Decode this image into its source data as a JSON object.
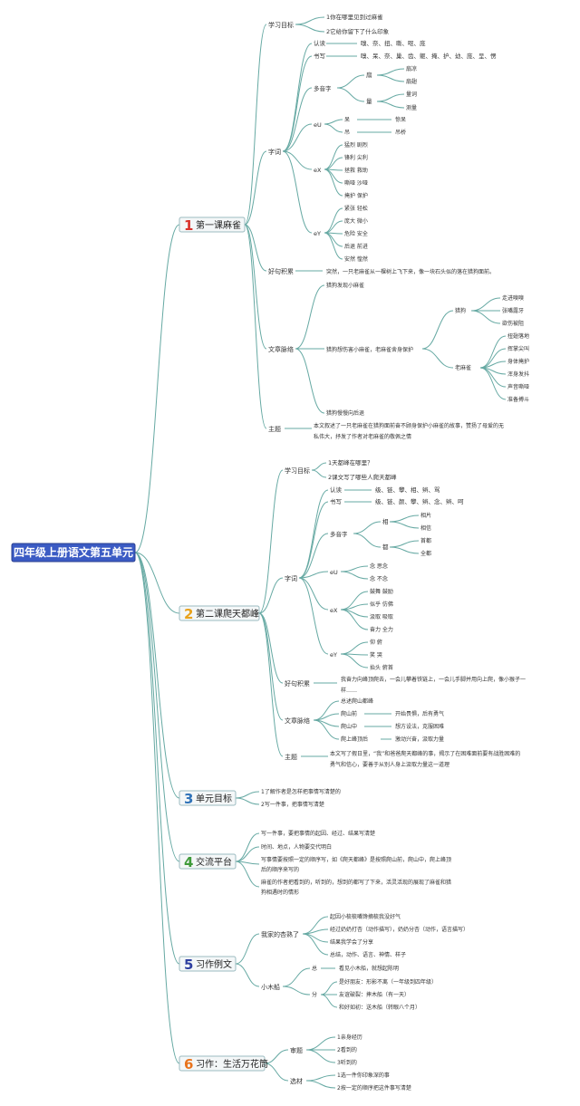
{
  "title": "四年级上册语文第五单元",
  "lessons": [
    {
      "num": "1",
      "label": "第一课麻雀",
      "num_color": "#d9322b",
      "groups": [
        {
          "label": "学习目标",
          "items": [
            "1你在哪里见到过麻雀",
            "2它给你留下了什么印象"
          ]
        },
        {
          "label": "字词",
          "rows": [
            {
              "label": "认读",
              "text": "嗅、奈、扭、嘶、呕、庞"
            },
            {
              "label": "书写",
              "text": "嗅、呆、奈、巢、齿、躯、掩、护、幼、庞、呈、愣"
            },
            {
              "label": "多音字",
              "sub": [
                {
                  "label": "扇",
                  "items": [
                    "扇凉",
                    "扇翅"
                  ]
                },
                {
                  "label": "量",
                  "items": [
                    "量词",
                    "测量"
                  ]
                }
              ]
            },
            {
              "label": "eU",
              "sub": [
                {
                  "label": "呆",
                  "items": [
                    "惊呆"
                  ]
                },
                {
                  "label": "吊",
                  "items": [
                    "吊桥"
                  ]
                }
              ]
            },
            {
              "label": "eX",
              "items": [
                "猛烈 剧烈",
                "锋利 尖利",
                "拯救 救助",
                "嘶哑 沙哑",
                "掩护 保护"
              ]
            },
            {
              "label": "eY",
              "items": [
                "紧张 轻松",
                "庞大 微小",
                "危险 安全",
                "后退 前进",
                "安然 惶然"
              ]
            }
          ]
        },
        {
          "label": "好句积累",
          "text": "突然，一只老麻雀从一棵树上飞下来，像一块石头似的落在猎狗面前。"
        },
        {
          "label": "文章脉络",
          "items": [
            "猎狗发现小麻雀",
            "猎狗想伤害小麻雀，老麻雀舍身保护",
            "猎狗慢慢向后退"
          ],
          "sub": [
            {
              "label": "猎狗",
              "items": [
                "走进嗅嗅",
                "张嘴露牙",
                "欲伤被阻"
              ]
            },
            {
              "label": "老麻雀",
              "items": [
                "扭翅落地",
                "挥掌尖叫",
                "身体掩护",
                "浑身发抖",
                "声音嘶哑",
                "准备搏斗"
              ]
            }
          ]
        },
        {
          "label": "主题",
          "lines": [
            "本文叙述了一只老麻雀在猎狗面前奋不顾身保护小麻雀的故事，赞扬了母爱的无",
            "私伟大，抒发了作者对老麻雀的敬佩之情"
          ]
        }
      ]
    },
    {
      "num": "2",
      "label": "第二课爬天都峰",
      "num_color": "#e8a21c",
      "groups": [
        {
          "label": "学习目标",
          "items": [
            "1天都峰在哪里？",
            "2课文写了哪些人爬天都峰"
          ]
        },
        {
          "label": "字词",
          "rows": [
            {
              "label": "认读",
              "text": "级、链、攀、相、辫、骂"
            },
            {
              "label": "书写",
              "text": "级、链、颜、攀、辫、念、辫、呵"
            },
            {
              "label": "多音字",
              "sub": [
                {
                  "label": "相",
                  "items": [
                    "相片",
                    "相信"
                  ]
                },
                {
                  "label": "都",
                  "items": [
                    "首都",
                    "全都"
                  ]
                }
              ]
            },
            {
              "label": "eU",
              "items": [
                "念 思念",
                "念 不念"
              ]
            },
            {
              "label": "eX",
              "items": [
                "鼓舞 鼓励",
                "似乎 仿佛",
                "汲取 吸取",
                "奋力 全力"
              ]
            },
            {
              "label": "eY",
              "items": [
                "仰 俯",
                "笑 哭",
                "抬头 俯首"
              ]
            }
          ]
        },
        {
          "label": "好句积累",
          "lines": [
            "我奋力向峰顶爬去，一会儿攀着铁链上，一会儿手脚并用向上爬，像小猴子一",
            "样……"
          ]
        },
        {
          "label": "文章脉络",
          "items": [
            "总述爬山都峰"
          ],
          "stages": [
            {
              "label": "爬山前",
              "text": "开始畏惧，后有勇气"
            },
            {
              "label": "爬山中",
              "text": "想方设法，克服困难"
            },
            {
              "label": "爬上峰顶后",
              "text": "激动兴奋，汲取力量"
            }
          ]
        },
        {
          "label": "主题",
          "lines": [
            "本文写了假日里，“我”和爸爸爬天都峰的事，揭示了在困难面前要有战胜困难的",
            "勇气和信心，要善于从别人身上汲取力量这一道理"
          ]
        }
      ]
    },
    {
      "num": "3",
      "label": "单元目标",
      "num_color": "#2f72b8",
      "items": [
        "1了解作者是怎样把事情写清楚的",
        "2写一件事，把事情写清楚"
      ]
    },
    {
      "num": "4",
      "label": "交流平台",
      "num_color": "#3f9a3a",
      "items": [
        [
          "写一件事，要把事情的起因、经过、结果写清楚"
        ],
        [
          "时间、地点，人物要交代明白"
        ],
        [
          "写事情要按照一定的顺序写，如《爬天都峰》是按照爬山前，爬山中，爬上峰顶",
          "后的顺序来写的"
        ],
        [
          "麻雀的作者把看到的，听到的，想到的都写了下来，活灵活现的展现了麻雀和猎",
          "狗相遇时的情形"
        ]
      ]
    },
    {
      "num": "5",
      "label": "习作例文",
      "num_color": "#2e3fa0",
      "groups": [
        {
          "label": "我家的杏熟了",
          "items": [
            "起因小梳梳嘴馋摘梳我没好气",
            "经过奶奶打杏（动作描写），奶奶分杏（动作，语言描写）",
            "结果我学会了分享",
            "总结，动作、语言、神情、样子"
          ]
        },
        {
          "label": "小木船",
          "sub": [
            {
              "label": "总",
              "items": [
                "看见小木船，就想起陈明"
              ]
            },
            {
              "label": "分",
              "items": [
                "是好朋友：形影不离（一年级到四年级）",
                "友谊破裂：摔木船（有一天）",
                "和好如初：送木船（转眼八个月）"
              ]
            }
          ]
        }
      ]
    },
    {
      "num": "6",
      "label": "习作：生活万花筒",
      "num_color": "#e8731c",
      "groups": [
        {
          "label": "审题",
          "items": [
            "1亲身经历",
            "2看到的",
            "3听到的"
          ]
        },
        {
          "label": "选材",
          "items": [
            "1选一件你印象深的事",
            "2按一定的顺序把这件事写清楚"
          ]
        }
      ]
    }
  ]
}
